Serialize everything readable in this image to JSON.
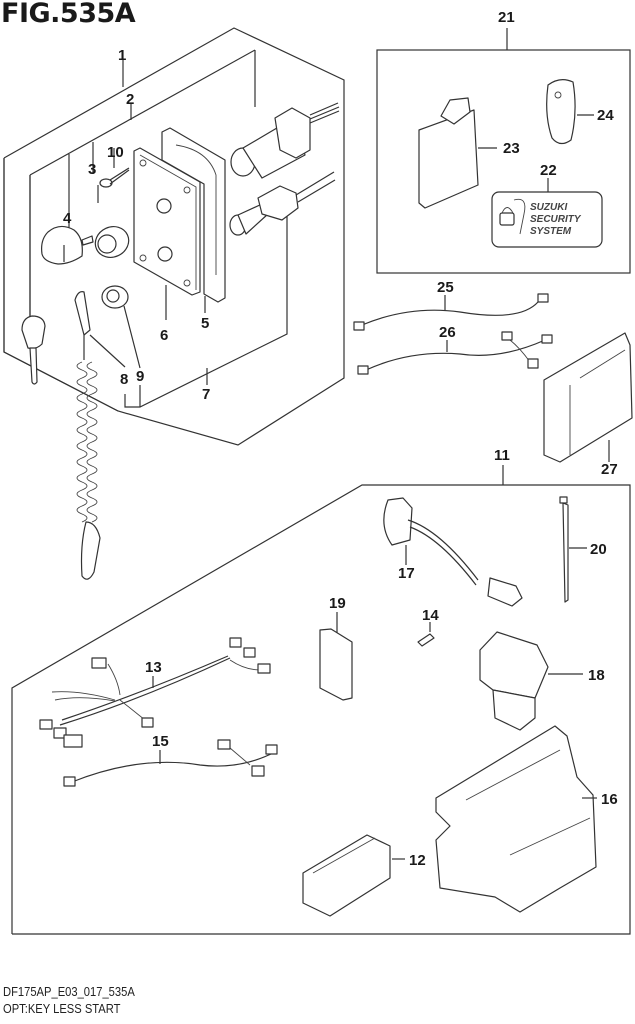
{
  "figure": {
    "title": "FIG.535A",
    "model_code": "DF175AP_E03_017_535A",
    "caption": "OPT:KEY LESS START"
  },
  "callouts": {
    "1": "1",
    "2": "2",
    "3": "3",
    "4": "4",
    "5": "5",
    "6": "6",
    "7": "7",
    "8": "8",
    "9": "9",
    "10": "10",
    "11": "11",
    "12": "12",
    "13": "13",
    "14": "14",
    "15": "15",
    "16": "16",
    "17": "17",
    "18": "18",
    "19": "19",
    "20": "20",
    "21": "21",
    "22": "22",
    "23": "23",
    "24": "24",
    "25": "25",
    "26": "26",
    "27": "27"
  },
  "security_label": {
    "line1": "SUZUKI",
    "line2": "SECURITY",
    "line3": "SYSTEM"
  }
}
